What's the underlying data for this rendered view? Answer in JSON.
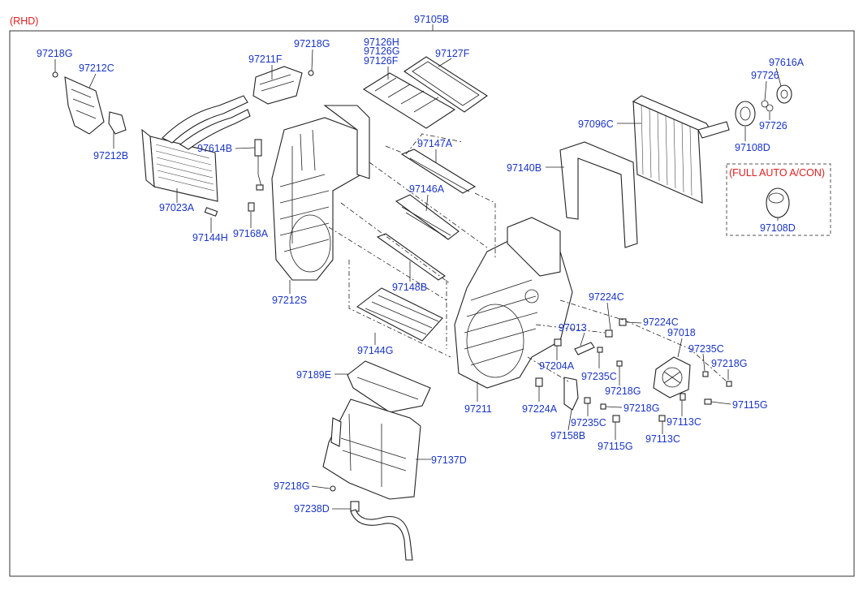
{
  "header": {
    "variant": "(RHD)",
    "assembly": "97105B"
  },
  "option_box": {
    "title": "(FULL AUTO A/CON)",
    "part": "97108D"
  },
  "labels": {
    "p97218G_a": "97218G",
    "p97212C": "97212C",
    "p97212B": "97212B",
    "p97211F": "97211F",
    "p97218G_b": "97218G",
    "p97126H": "97126H",
    "p97126G": "97126G",
    "p97126F": "97126F",
    "p97127F": "97127F",
    "p97616A": "97616A",
    "p97726_a": "97726",
    "p97726_b": "97726",
    "p97096C": "97096C",
    "p97108D": "97108D",
    "p97614B": "97614B",
    "p97147A": "97147A",
    "p97140B": "97140B",
    "p97023A": "97023A",
    "p97146A": "97146A",
    "p97144H": "97144H",
    "p97168A": "97168A",
    "p97148B": "97148B",
    "p97212S": "97212S",
    "p97224C_a": "97224C",
    "p97224C_b": "97224C",
    "p97013": "97013",
    "p97018": "97018",
    "p97235C_a": "97235C",
    "p97218G_c": "97218G",
    "p97144G": "97144G",
    "p97204A": "97204A",
    "p97235C_b": "97235C",
    "p97218G_d": "97218G",
    "p97189E": "97189E",
    "p97211": "97211",
    "p97224A": "97224A",
    "p97218G_e": "97218G",
    "p97115G_a": "97115G",
    "p97235C_c": "97235C",
    "p97113C_a": "97113C",
    "p97158B": "97158B",
    "p97115G_b": "97115G",
    "p97113C_b": "97113C",
    "p97137D": "97137D",
    "p97218G_f": "97218G",
    "p97238D": "97238D"
  }
}
